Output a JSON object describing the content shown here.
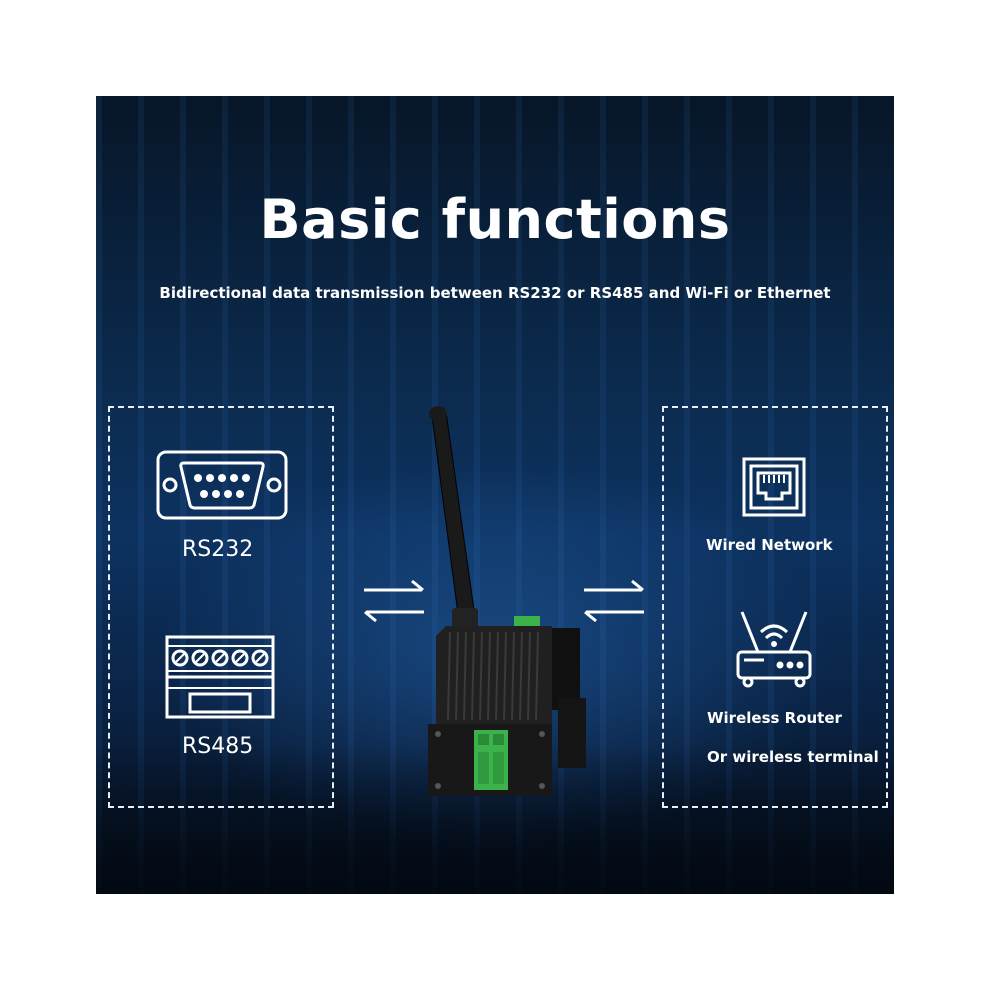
{
  "title": "Basic functions",
  "subtitle": "Bidirectional data transmission between RS232 or RS485 and Wi-Fi or Ethernet",
  "left_group": {
    "rs232_label": "RS232",
    "rs485_label": "RS485"
  },
  "right_group": {
    "wired_label": "Wired Network",
    "router_label": "Wireless Router",
    "terminal_label": "Or wireless terminal"
  },
  "icons": {
    "serial_port": "db9-serial-port-icon",
    "terminal_block": "terminal-block-icon",
    "ethernet": "rj45-ethernet-icon",
    "router": "wifi-router-icon",
    "arrows": "bidirectional-arrows-icon"
  },
  "colors": {
    "background_dark": "#071628",
    "background_mid": "#0d3260",
    "text": "#ffffff",
    "terminal_green": "#3cb34a",
    "device_body": "#1c1c1c"
  }
}
